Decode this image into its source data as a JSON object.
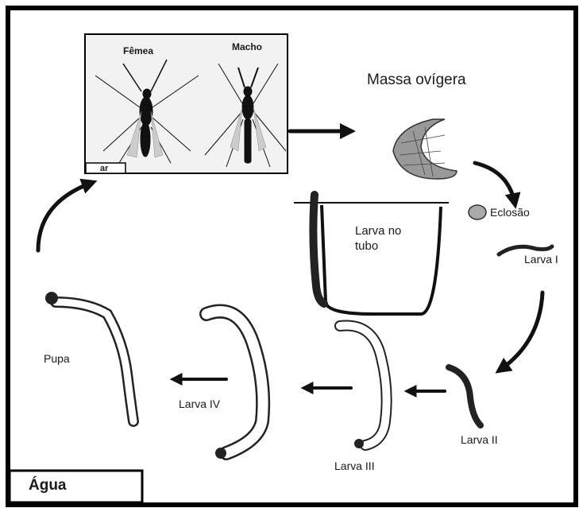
{
  "title": "",
  "labels": {
    "femea": "Fêmea",
    "macho": "Macho",
    "ar": "ar",
    "massa_ovigera": "Massa ovígera",
    "eclosao": "Eclosão",
    "larva_i": "Larva I",
    "larva_no_tubo": "Larva no tubo",
    "larva_ii": "Larva II",
    "larva_iii": "Larva III",
    "larva_iv": "Larva IV",
    "pupa": "Pupa",
    "agua": "Água"
  },
  "colors": {
    "ink": "#1a1a1a",
    "frame": "#000000",
    "photo_bg": "#f2f2f2",
    "background": "#ffffff"
  }
}
